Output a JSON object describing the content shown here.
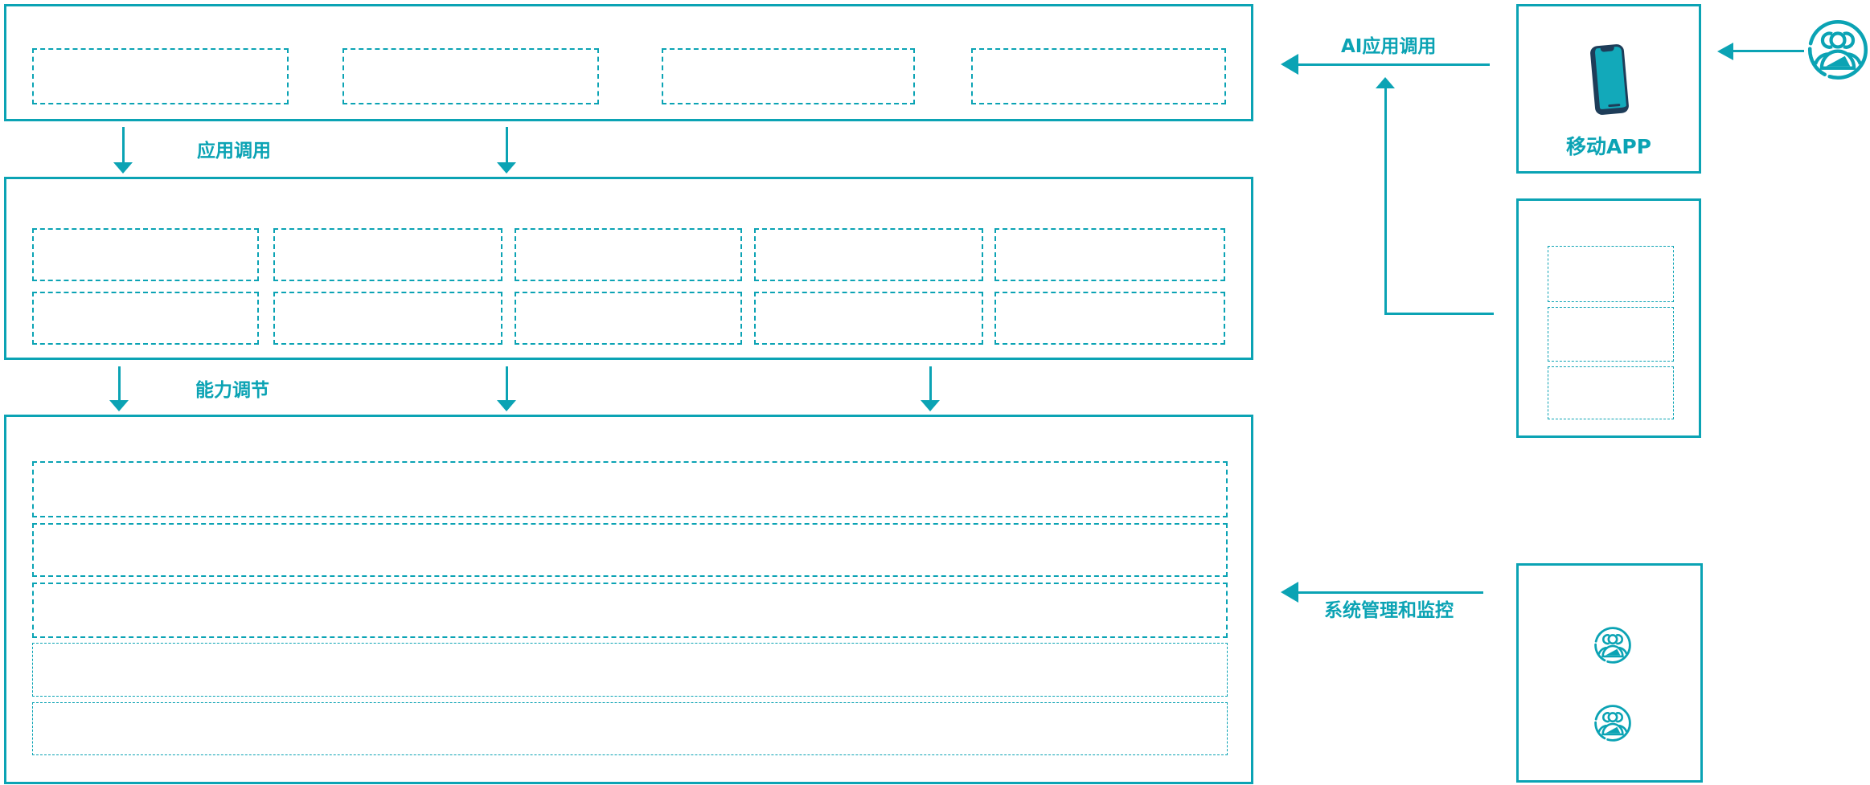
{
  "diagram": {
    "arrow_labels": {
      "app_call": "应用调用",
      "capability_adjust": "能力调节",
      "ai_app_call": "AI应用调用",
      "system_monitor": "系统管理和监控"
    },
    "boxes": {
      "mobile_app": "移动APP"
    },
    "icons": {
      "phone": "smartphone-icon",
      "users": "user-group-icon"
    },
    "colors": {
      "line_teal": "#0ba3b4",
      "phone_frame_navy": "#1e3d59",
      "phone_screen_teal": "#12a9ba",
      "background": "#ffffff"
    }
  }
}
